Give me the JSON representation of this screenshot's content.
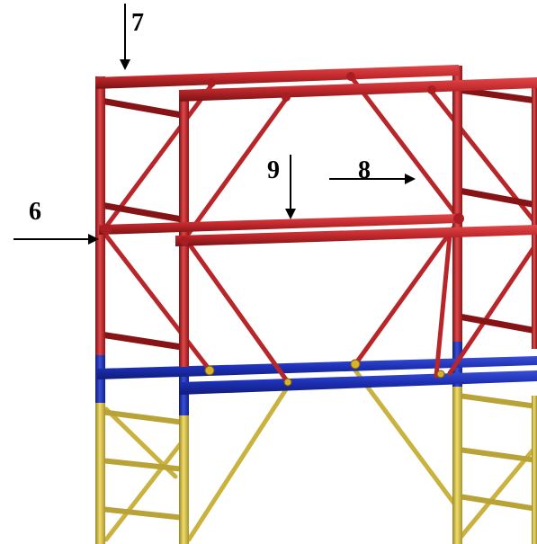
{
  "callouts": [
    {
      "id": "6",
      "text": "6"
    },
    {
      "id": "7",
      "text": "7"
    },
    {
      "id": "8",
      "text": "8"
    },
    {
      "id": "9",
      "text": "9"
    }
  ],
  "colors": {
    "upper_tier": "#c0282c",
    "upper_tier_dark": "#8c1618",
    "middle_band": "#1c2fb4",
    "lower_tier": "#d9c34a",
    "lower_tier_dark": "#a89430",
    "arrow": "#000000"
  }
}
